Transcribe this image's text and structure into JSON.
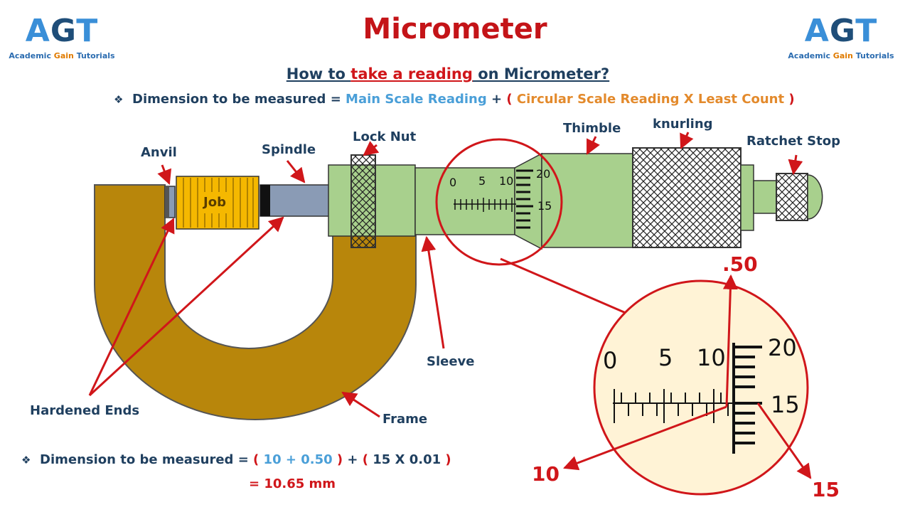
{
  "logo": {
    "text_a": "A",
    "text_g": "G",
    "text_t": "T",
    "tag_academic": "Academic ",
    "tag_gain": "Gain",
    "tag_tutorials": " Tutorials"
  },
  "title": "Micrometer",
  "subtitle": {
    "part1": "How to ",
    "highlight": "take a reading",
    "part2": " on Micrometer?"
  },
  "formula": {
    "bullet": "❖",
    "lhs": "Dimension to be measured = ",
    "msr": "Main Scale Reading",
    "plus": " + ",
    "open": "( ",
    "csr": "Circular Scale Reading X Least Count",
    "close": " )"
  },
  "labels": {
    "anvil": "Anvil",
    "spindle": "Spindle",
    "lock_nut": "Lock Nut",
    "thimble": "Thimble",
    "knurling": "knurling",
    "ratchet_stop": "Ratchet Stop",
    "job": "Job",
    "sleeve": "Sleeve",
    "hardened_ends": "Hardened Ends",
    "frame": "Frame"
  },
  "small_scale": {
    "main_marks": [
      "0",
      "5",
      "10"
    ],
    "thimble_marks": [
      "20",
      "15"
    ]
  },
  "zoom_scale": {
    "main_marks": [
      "0",
      "5",
      "10"
    ],
    "thimble_marks": [
      "20",
      "15"
    ],
    "half": ".50",
    "main_callout": "10",
    "thimble_callout": "15"
  },
  "calculation": {
    "bullet": "❖",
    "lhs": "Dimension to be measured = ",
    "open1": "( ",
    "inner1": "10 + 0.50",
    "close1": " )",
    "plus": " + ",
    "open2": "( ",
    "inner2": "15 X 0.01",
    "close2": " )",
    "result": "= 10.65 mm"
  },
  "colors": {
    "title": "#c41418",
    "navy": "#1f3f5f",
    "blue": "#4a9fd8",
    "orange": "#e38a2c",
    "frame": "#b8860b",
    "barrel": "#a8d08d",
    "job": "#f5b800",
    "spindle": "#8a9bb5",
    "zoom_bg": "#fff3d6"
  }
}
